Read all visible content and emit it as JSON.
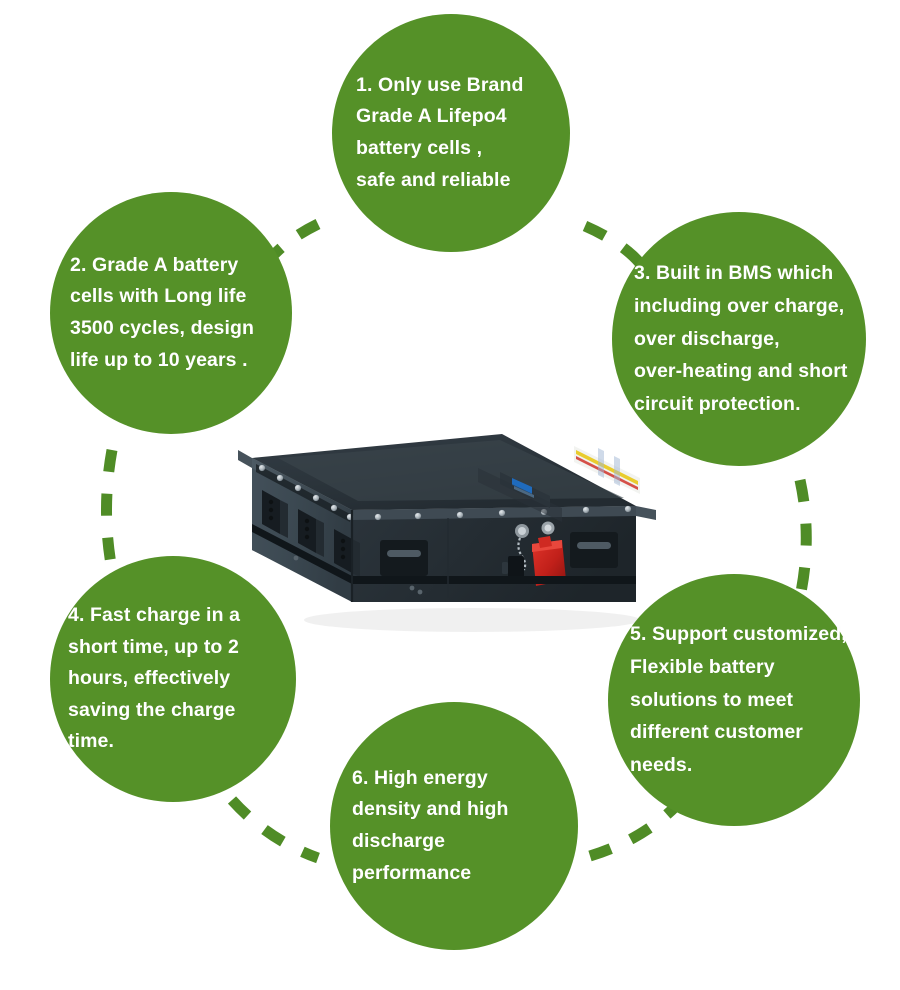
{
  "theme": {
    "circle_green": "#559128",
    "dash_green": "#4f8c26",
    "text_color": "#ffffff",
    "background": "#ffffff",
    "product_body": "#3b4750",
    "product_top": "#2f3940",
    "terminal_red": "#c4201a",
    "logo_blue": "#1f6fc4"
  },
  "features": [
    {
      "id": "1",
      "name": "brand-grade-a-cells",
      "text": "1. Only use Brand Grade A Lifepo4 battery cells ,\nsafe and reliable"
    },
    {
      "id": "2",
      "name": "long-life-cycles",
      "text": "2. Grade A battery cells with Long life 3500 cycles,    design life up to 10 years ."
    },
    {
      "id": "3",
      "name": "built-in-bms",
      "text": "3.  Built in BMS which including over charge, over discharge,\nover-heating and short circuit protection."
    },
    {
      "id": "4",
      "name": "fast-charge",
      "text": "4. Fast charge in a short time, up to 2 hours, effectively saving the charge time."
    },
    {
      "id": "5",
      "name": "customized-solutions",
      "text": "5. Support customized, Flexible battery solutions to meet different customer needs."
    },
    {
      "id": "6",
      "name": "high-energy-density",
      "text": "6. High energy density and high discharge performance"
    }
  ],
  "product": {
    "name": "lifepo4-battery-pack",
    "description": "Dark blue-gray rectangular LiFePO4 battery pack enclosure shown in three-quarter isometric view with bolted lid, side mounting brackets, recessed handles, red terminal cover, metal connectors and a warning label."
  }
}
